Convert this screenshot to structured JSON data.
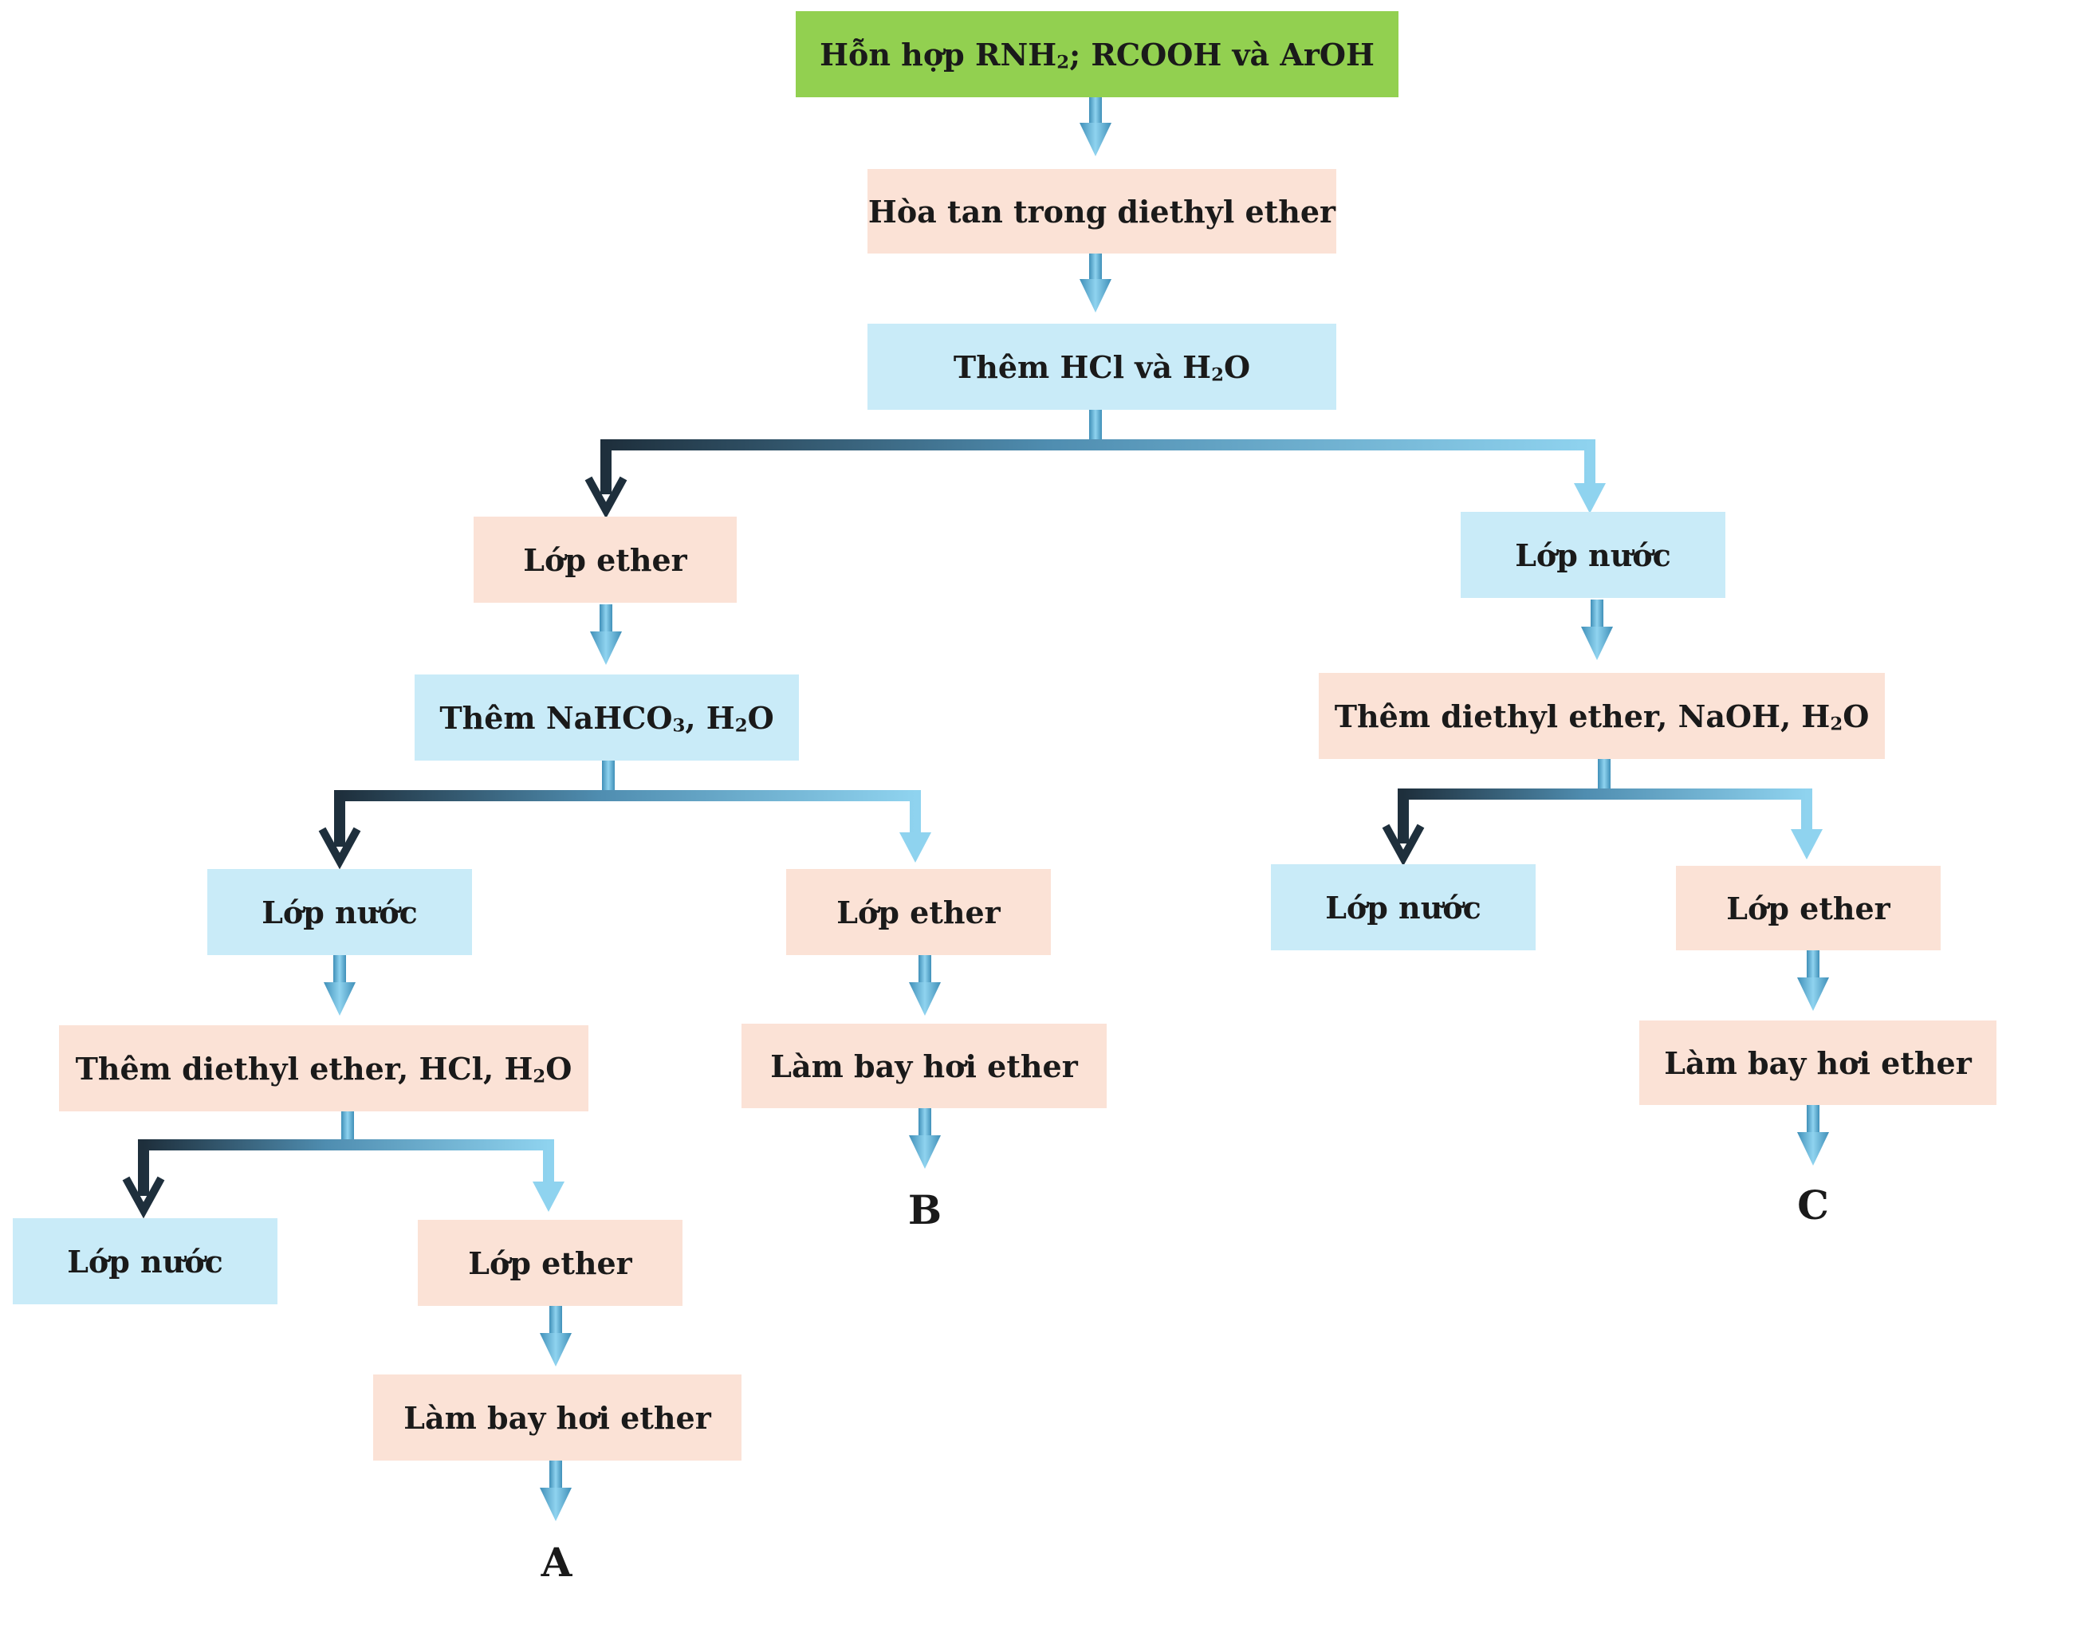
{
  "diagram": {
    "start": {
      "pre": "Hỗn hợp RNH",
      "sub": "2",
      "post": "; RCOOH và ArOH"
    },
    "dissolve": "Hòa tan trong diethyl ether",
    "add_hcl": {
      "pre": "Thêm HCl và H",
      "sub": "2",
      "post": "O"
    },
    "left": {
      "ether_layer": "Lớp ether",
      "add_nahco3": {
        "pre": "Thêm NaHCO",
        "sub1": "3",
        "mid": ", H",
        "sub2": "2",
        "post": "O"
      },
      "water_layer": "Lớp nước",
      "add_ether_hcl": {
        "pre": "Thêm diethyl ether, HCl, H",
        "sub": "2",
        "post": "O"
      },
      "water_layer_2": "Lớp nước",
      "ether_layer_2": "Lớp ether",
      "evaporate": "Làm bay hơi ether",
      "result": "A"
    },
    "middle": {
      "ether_layer": "Lớp ether",
      "evaporate": "Làm bay hơi ether",
      "result": "B"
    },
    "right": {
      "water_layer": "Lớp nước",
      "add_ether_naoh": {
        "pre": "Thêm diethyl ether, NaOH, H",
        "sub": "2",
        "post": "O"
      },
      "water_layer_2": "Lớp nước",
      "ether_layer": "Lớp ether",
      "evaporate": "Làm bay hơi ether",
      "result": "C"
    }
  },
  "colors": {
    "start_box": "#92d050",
    "peach_box": "#fbe2d6",
    "blue_box": "#c9ebf8",
    "arrow_light": "#7fc9e8",
    "arrow_dark": "#1e2f3c"
  }
}
